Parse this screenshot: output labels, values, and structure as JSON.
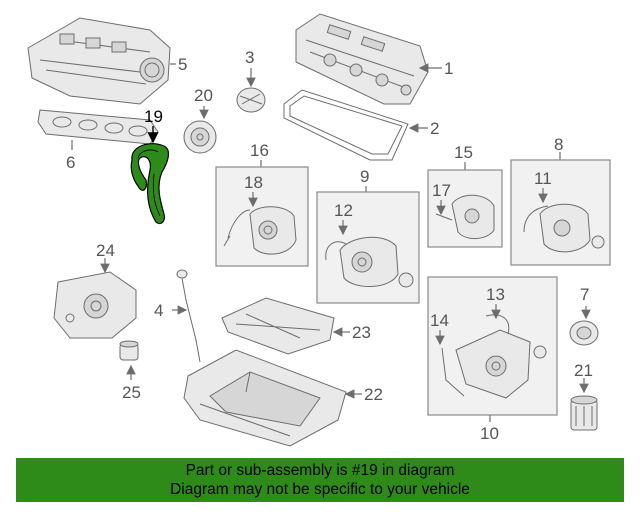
{
  "diagram": {
    "highlight_color": "#2e8b1a",
    "callouts": {
      "c1": "1",
      "c2": "2",
      "c3": "3",
      "c4": "4",
      "c5": "5",
      "c6": "6",
      "c7": "7",
      "c8": "8",
      "c9": "9",
      "c10": "10",
      "c11": "11",
      "c12": "12",
      "c13": "13",
      "c14": "14",
      "c15": "15",
      "c16": "16",
      "c17": "17",
      "c18": "18",
      "c19": "19",
      "c20": "20",
      "c21": "21",
      "c22": "22",
      "c23": "23",
      "c24": "24",
      "c25": "25"
    }
  },
  "banner": {
    "line1": "Part or sub-assembly is #19 in diagram",
    "line2": "Diagram may not be specific to your vehicle",
    "background": "#2e8b1a"
  }
}
